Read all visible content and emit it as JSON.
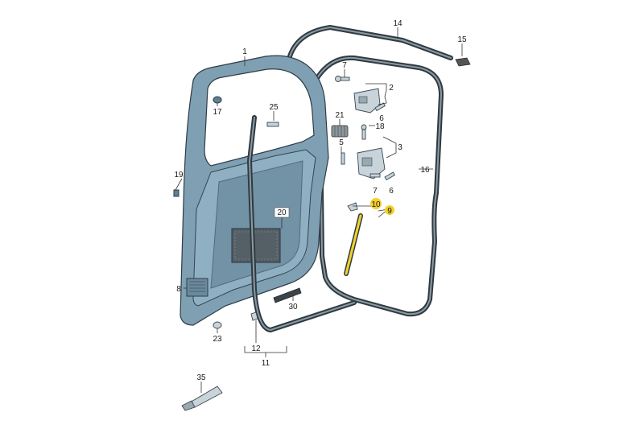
{
  "diagram": {
    "labels": [
      {
        "id": "1",
        "text": "1"
      },
      {
        "id": "2",
        "text": "2"
      },
      {
        "id": "3",
        "text": "3"
      },
      {
        "id": "5",
        "text": "5"
      },
      {
        "id": "6a",
        "text": "6"
      },
      {
        "id": "6b",
        "text": "6"
      },
      {
        "id": "7a",
        "text": "7"
      },
      {
        "id": "7b",
        "text": "7"
      },
      {
        "id": "8",
        "text": "8"
      },
      {
        "id": "9",
        "text": "9"
      },
      {
        "id": "10",
        "text": "10"
      },
      {
        "id": "11",
        "text": "11"
      },
      {
        "id": "12",
        "text": "12"
      },
      {
        "id": "14",
        "text": "14"
      },
      {
        "id": "15",
        "text": "15"
      },
      {
        "id": "16",
        "text": "16"
      },
      {
        "id": "17",
        "text": "17"
      },
      {
        "id": "18",
        "text": "18"
      },
      {
        "id": "19",
        "text": "19"
      },
      {
        "id": "20",
        "text": "20"
      },
      {
        "id": "21",
        "text": "21"
      },
      {
        "id": "23",
        "text": "23"
      },
      {
        "id": "25",
        "text": "25"
      },
      {
        "id": "30",
        "text": "30"
      },
      {
        "id": "35",
        "text": "35"
      }
    ],
    "highlighted": [
      "9",
      "10"
    ],
    "highlight_color": "#f2d12a",
    "door_color": "#7f9fb3",
    "seal_color": "#2f3a40"
  }
}
